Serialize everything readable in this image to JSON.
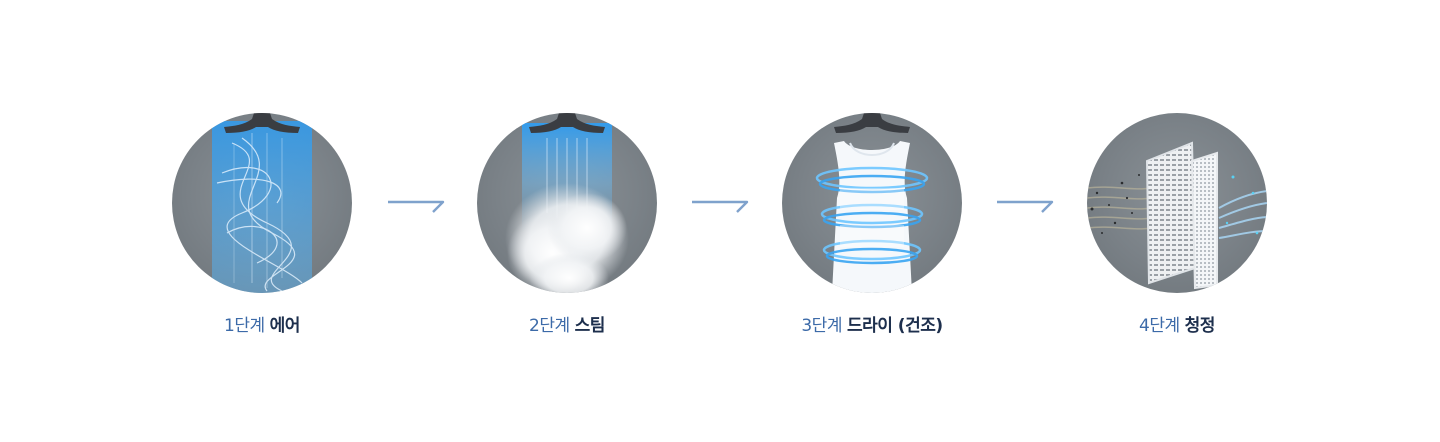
{
  "steps": [
    {
      "index": "1단계",
      "name": "에어",
      "visual": "air-flow-icon"
    },
    {
      "index": "2단계",
      "name": "스팀",
      "visual": "steam-icon"
    },
    {
      "index": "3단계",
      "name": "드라이 (건조)",
      "visual": "dry-icon"
    },
    {
      "index": "4단계",
      "name": "청정",
      "visual": "filter-icon"
    }
  ],
  "colors": {
    "step_number": "#3c6aa8",
    "step_name": "#1d2f4d",
    "arrow": "#7fa2cc",
    "circle_bg": "#7a8187",
    "air_blue": "#3fa6ee"
  },
  "arrows": [
    "arrow-right-icon",
    "arrow-right-icon",
    "arrow-right-icon"
  ]
}
